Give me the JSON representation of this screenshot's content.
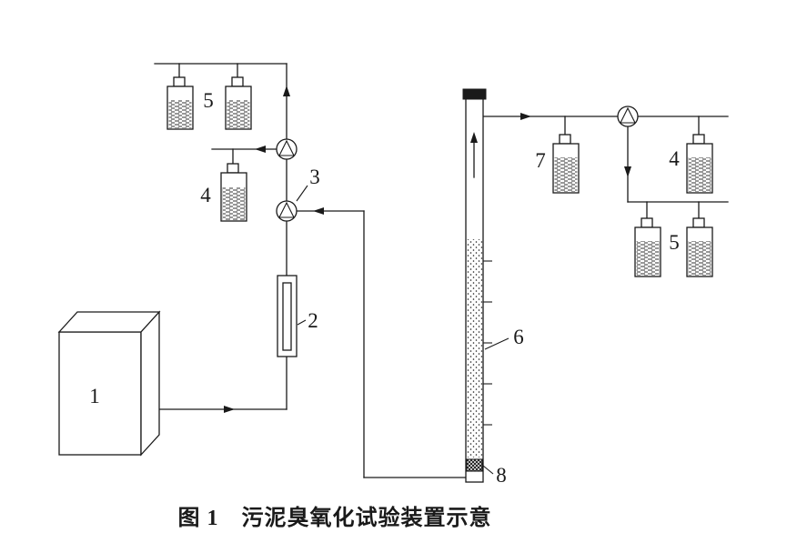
{
  "figure": {
    "caption": "图 1　污泥臭氧化试验装置示意",
    "labels": {
      "generator": "1",
      "flowmeter": "2",
      "valve": "3",
      "bottle4_left": "4",
      "bottle5_left": "5",
      "column": "6",
      "bottle7": "7",
      "bottle4_right": "4",
      "bottle5_right": "5",
      "diffuser": "8"
    },
    "colors": {
      "line": "#1a1a1a",
      "background": "#ffffff"
    }
  }
}
